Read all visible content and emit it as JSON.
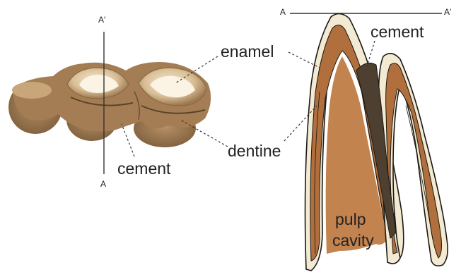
{
  "labels": {
    "section_top": "A′",
    "section_bottom": "A",
    "cut_left": "A",
    "cut_right": "A′",
    "enamel": "enamel",
    "cement_top": "cement",
    "cement_bottom": "cement",
    "dentine": "dentine",
    "pulp_line1": "pulp",
    "pulp_line2": "cavity"
  },
  "colors": {
    "enamel": "#f3ead3",
    "dentine": "#b06f3c",
    "cement": "#4e4030",
    "pulp": "#c3834f",
    "outline": "#1c1812",
    "photo_tooth": "#a9835a",
    "photo_light": "#e3cfae"
  }
}
